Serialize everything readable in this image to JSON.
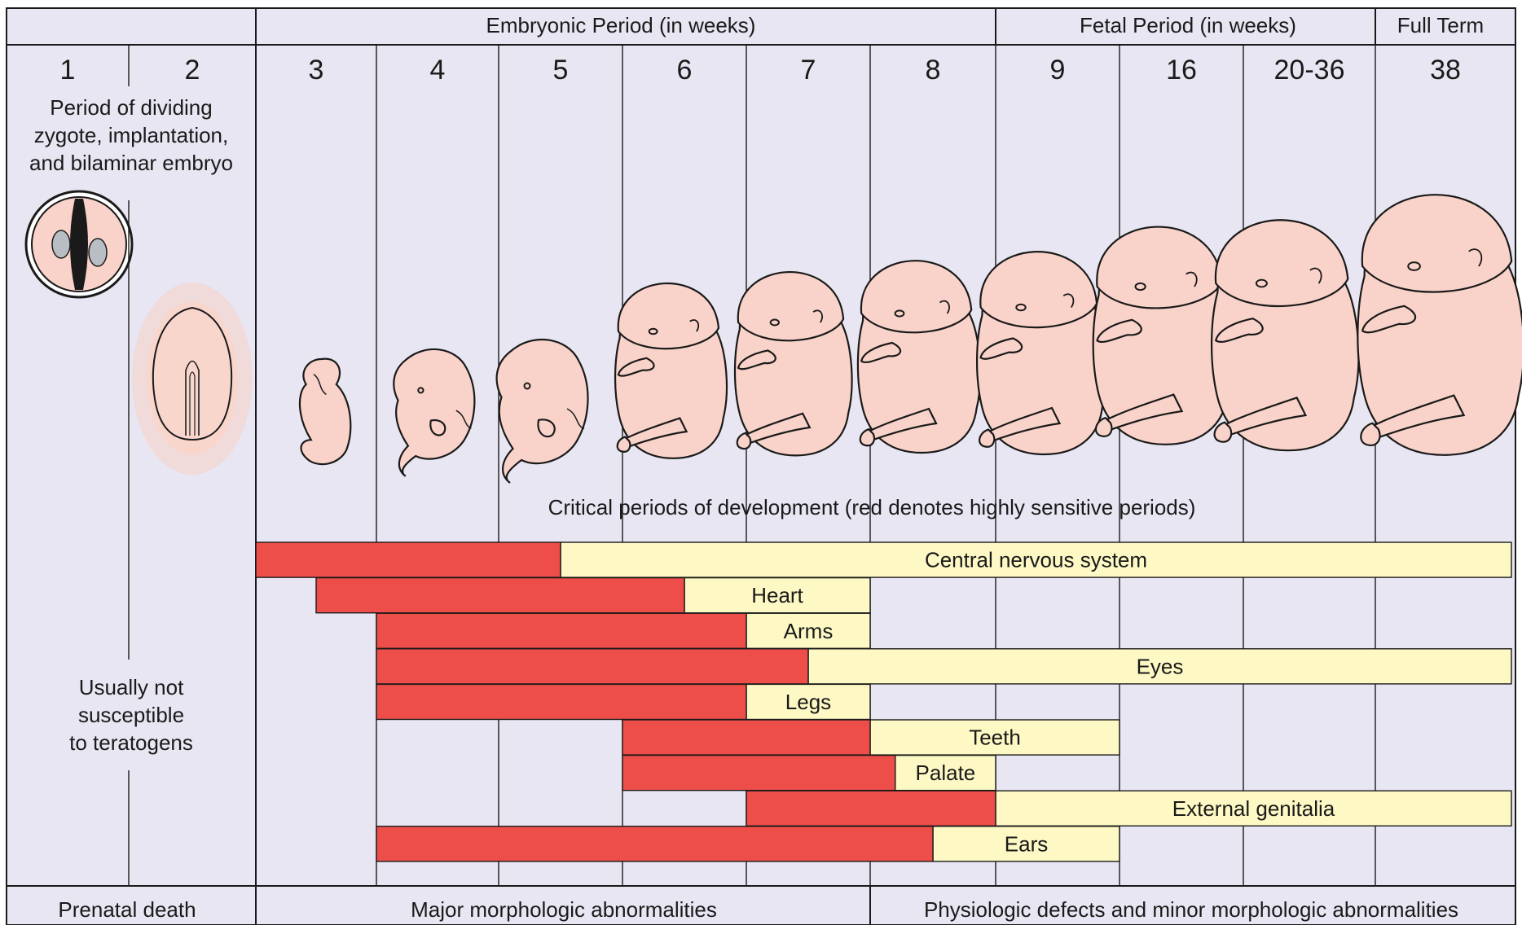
{
  "header": {
    "embryonic": "Embryonic Period (in weeks)",
    "fetal": "Fetal Period (in weeks)",
    "full_term": "Full Term"
  },
  "weeks": [
    "1",
    "2",
    "3",
    "4",
    "5",
    "6",
    "7",
    "8",
    "9",
    "16",
    "20-36",
    "38"
  ],
  "early_note": [
    "Period of dividing",
    "zygote, implantation,",
    "and bilaminar embryo"
  ],
  "critical_title": "Critical periods of development (red denotes highly sensitive periods)",
  "not_susceptible": [
    "Usually not",
    "susceptible",
    "to teratogens"
  ],
  "footer": {
    "prenatal": "Prenatal death",
    "major": "Major morphologic abnormalities",
    "minor": "Physiologic defects and minor morphologic abnormalities"
  },
  "organs": [
    {
      "name": "Central nervous system",
      "sensitive_weeks": [
        3,
        5.5
      ],
      "less_sensitive_weeks": [
        5.5,
        38
      ]
    },
    {
      "name": "Heart",
      "sensitive_weeks": [
        3.5,
        6.5
      ],
      "less_sensitive_weeks": [
        6.5,
        8
      ]
    },
    {
      "name": "Arms",
      "sensitive_weeks": [
        4,
        7
      ],
      "less_sensitive_weeks": [
        7,
        8
      ]
    },
    {
      "name": "Eyes",
      "sensitive_weeks": [
        4,
        7.5
      ],
      "less_sensitive_weeks": [
        7.5,
        38
      ]
    },
    {
      "name": "Legs",
      "sensitive_weeks": [
        4,
        7
      ],
      "less_sensitive_weeks": [
        7,
        8
      ]
    },
    {
      "name": "Teeth",
      "sensitive_weeks": [
        6,
        8
      ],
      "less_sensitive_weeks": [
        8,
        16
      ]
    },
    {
      "name": "Palate",
      "sensitive_weeks": [
        6,
        8.2
      ],
      "less_sensitive_weeks": [
        8.2,
        9
      ]
    },
    {
      "name": "External genitalia",
      "sensitive_weeks": [
        7,
        9
      ],
      "less_sensitive_weeks": [
        9,
        38
      ]
    },
    {
      "name": "Ears",
      "sensitive_weeks": [
        4,
        8.5
      ],
      "less_sensitive_weeks": [
        8.5,
        16
      ]
    }
  ],
  "colors": {
    "background": "#e8e6f2",
    "sensitive": "#ee4e4a",
    "less_sensitive": "#fdf8c4",
    "skin": "#f9d3c9",
    "grid": "#1a1a1a"
  },
  "icons": [
    "zygote-icon",
    "bilaminar-embryo-icon",
    "embryo-icon",
    "fetus-icon"
  ]
}
